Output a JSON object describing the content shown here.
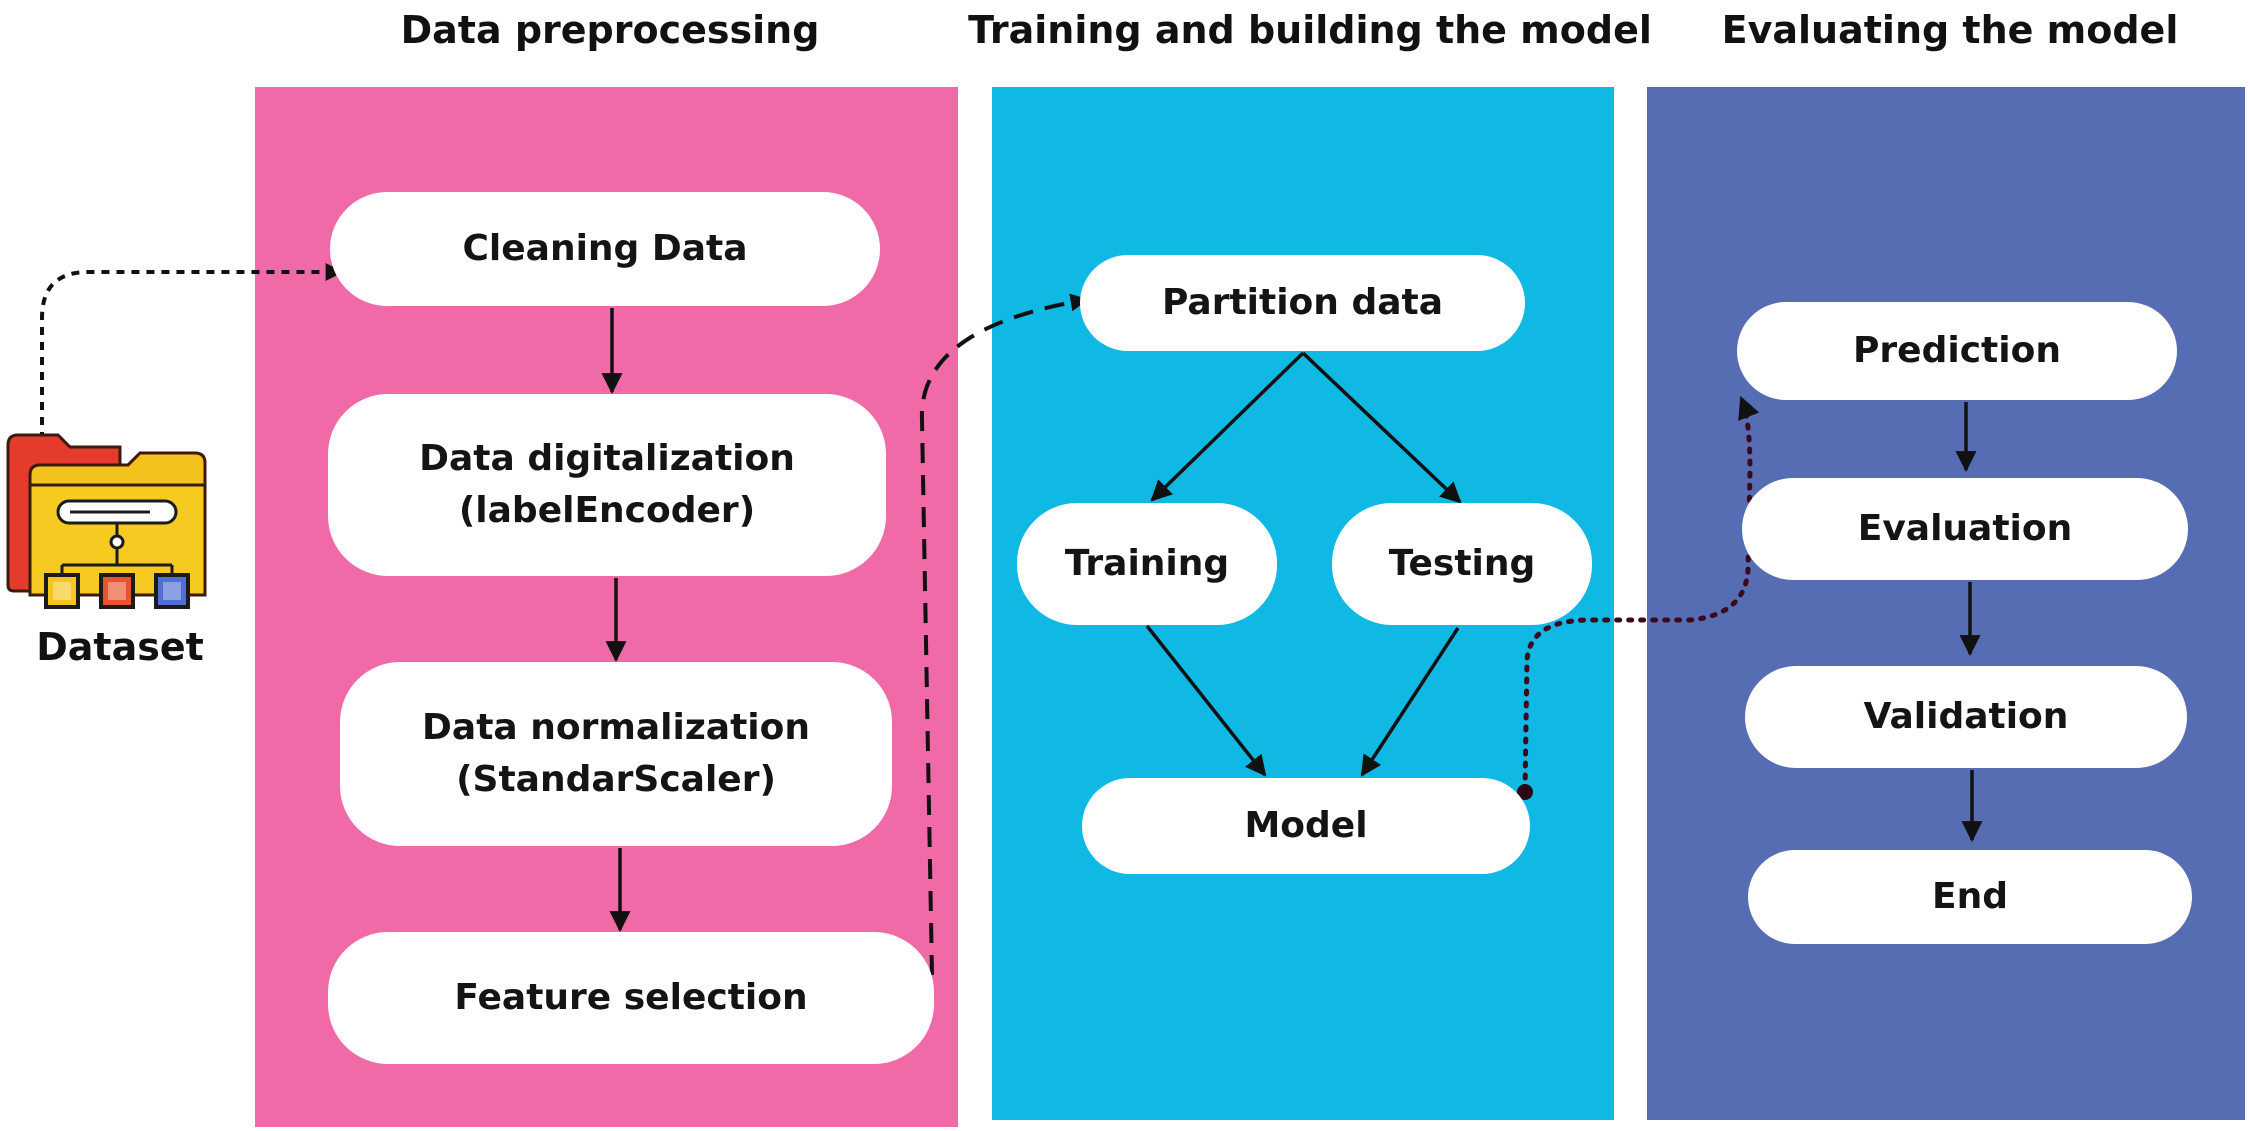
{
  "sections": {
    "preprocessing": "Data preprocessing",
    "training": "Training and building the model",
    "evaluation": "Evaluating the model"
  },
  "colors": {
    "preprocessing": "#f06aa8",
    "training": "#10b8e4",
    "evaluation": "#566db3",
    "node": "#ffffff",
    "line": "#111111"
  },
  "dataset": {
    "label": "Dataset",
    "icon": "folder-hierarchy-icon"
  },
  "nodes": {
    "cleaning": {
      "line1": "Cleaning Data"
    },
    "digitalization": {
      "line1": "Data digitalization",
      "line2": "(labelEncoder)"
    },
    "normalization": {
      "line1": "Data normalization",
      "line2": "(StandarScaler)"
    },
    "feature": {
      "line1": "Feature selection"
    },
    "partition": {
      "line1": "Partition data"
    },
    "training": {
      "line1": "Training"
    },
    "testing": {
      "line1": "Testing"
    },
    "model": {
      "line1": "Model"
    },
    "prediction": {
      "line1": "Prediction"
    },
    "evaluation": {
      "line1": "Evaluation"
    },
    "validation": {
      "line1": "Validation"
    },
    "end": {
      "line1": "End"
    }
  }
}
